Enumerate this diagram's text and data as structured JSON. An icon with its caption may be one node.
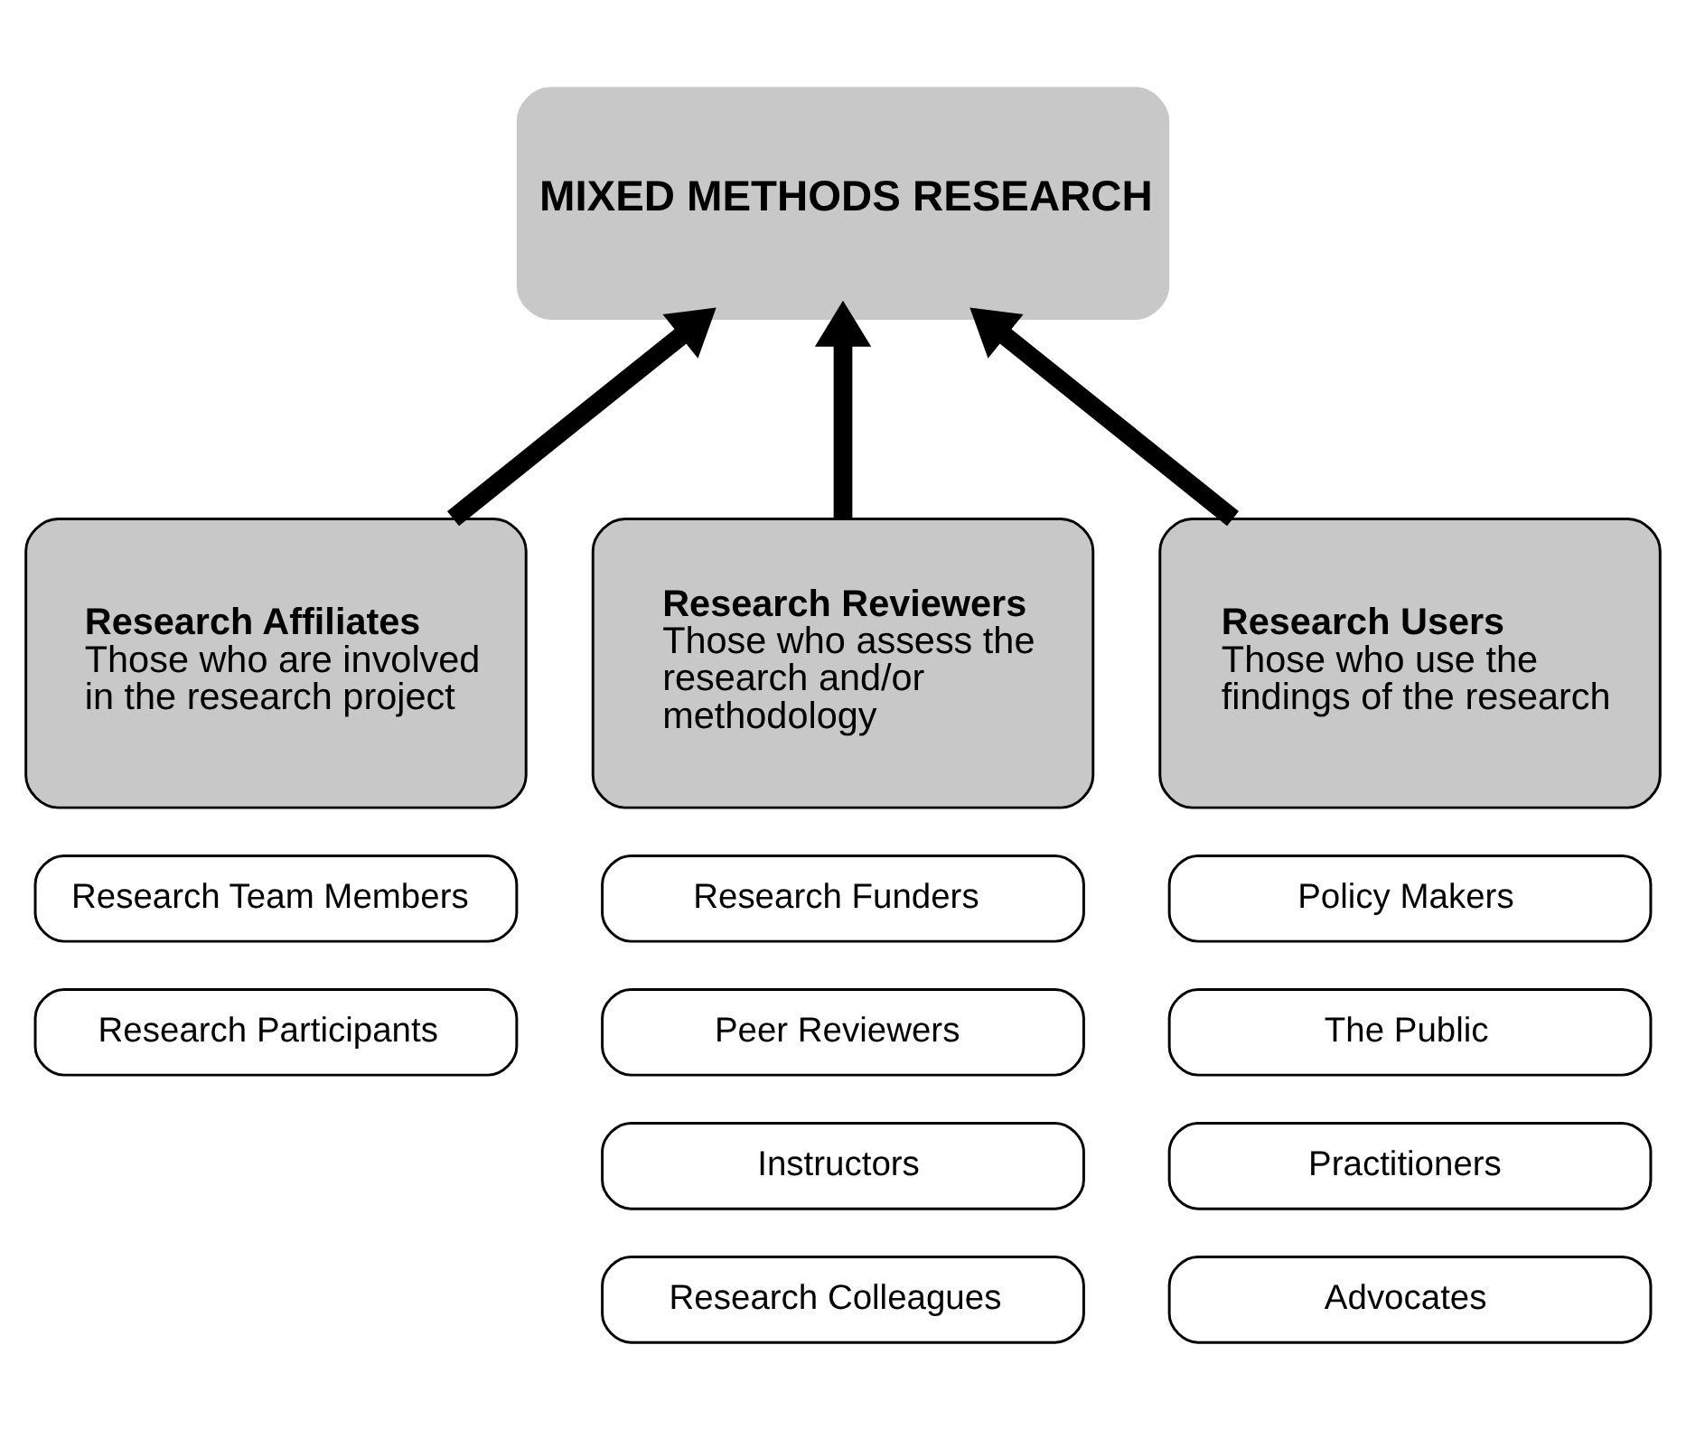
{
  "diagram": {
    "nodes": [
      {
        "text": [
          "MIXED METHODS RESEARCH"
        ]
      },
      {
        "text": [
          "Research Affiliates",
          "Those who are involved in the research project"
        ]
      },
      {
        "text": [
          "Research Reviewers",
          "Those who assess the research and/or methodology"
        ]
      },
      {
        "text": [
          "Research Users",
          "Those who use the findings of the research"
        ]
      },
      {
        "text": [
          "Research Team Members"
        ]
      },
      {
        "text": [
          "Research Participants"
        ]
      },
      {
        "text": [
          "Research Funders"
        ]
      },
      {
        "text": [
          "Peer Reviewers"
        ]
      },
      {
        "text": [
          "Instructors"
        ]
      },
      {
        "text": [
          "Research Colleagues"
        ]
      },
      {
        "text": [
          "Policy Makers"
        ]
      },
      {
        "text": [
          "The Public"
        ]
      },
      {
        "text": [
          "Practitioners"
        ]
      },
      {
        "text": [
          "Advocates"
        ]
      }
    ],
    "edges": [
      {
        "from": 1,
        "to": 0,
        "arrow": "to"
      },
      {
        "from": 2,
        "to": 0,
        "arrow": "to"
      },
      {
        "from": 3,
        "to": 0,
        "arrow": "to"
      }
    ]
  }
}
